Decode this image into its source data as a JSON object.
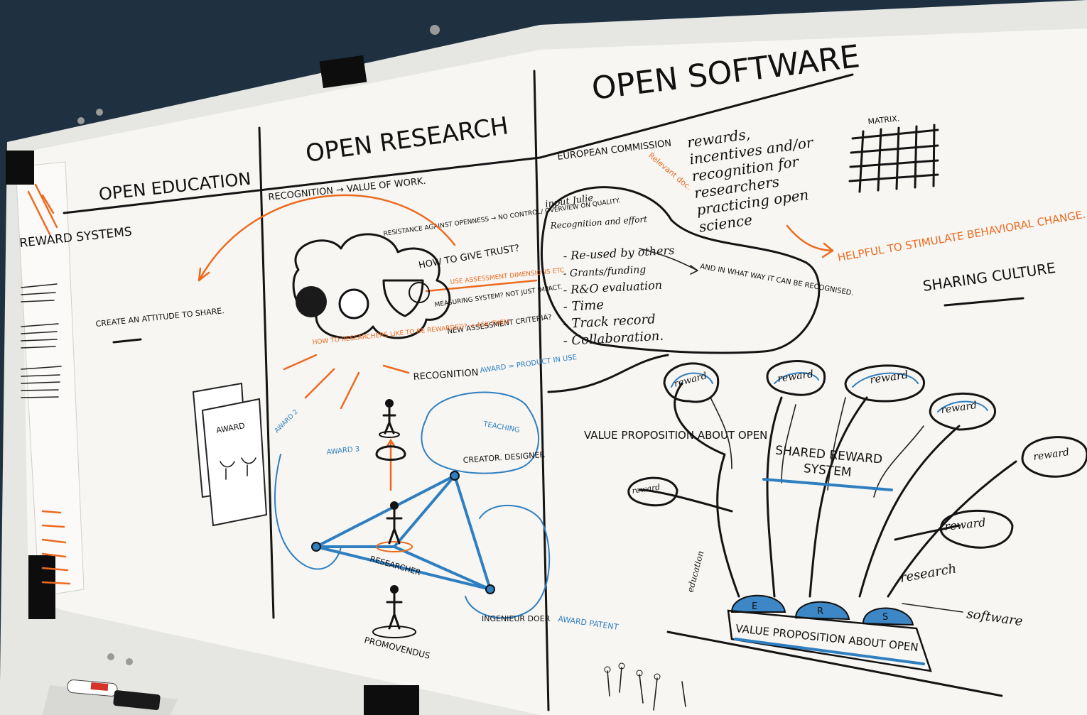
{
  "sections": {
    "open_education": {
      "title": "OPEN EDUCATION",
      "note": "CREATE AN ATTITUDE TO SHARE."
    },
    "open_research": {
      "title": "OPEN RESEARCH",
      "recognition_line": "RECOGNITION → VALUE OF WORK.",
      "resistance": "RESISTANCE AGAINST OPENNESS → NO CONTROL/ OVERVIEW ON QUALITY.",
      "trust": "HOW TO GIVE TRUST?",
      "assessment": "USE ASSESSMENT DIMENSIONS ETC",
      "measuring": "MEASURING SYSTEM? NOT JUST IMPACT.",
      "criteria": "NEW ASSESSMENT CRITERIA?",
      "rewarded": "HOW TO RESEARCHERS LIKE TO BE REWARDED? → ASK THEM",
      "recognition": "RECOGNITION",
      "award_product": "AWARD = PRODUCT IN USE",
      "teaching": "TEACHING",
      "award2": "AWARD 2",
      "award3": "AWARD 3",
      "creator": "CREATOR. DESIGNER",
      "researcher": "RESEARCHER",
      "ingenieur": "INGENIEUR DOER",
      "award_patent": "AWARD PATENT",
      "promovendus": "PROMOVENDUS"
    },
    "open_software": {
      "title": "OPEN SOFTWARE",
      "european_commission": "EUROPEAN COMMISSION",
      "relevant_doc": "Relevant doc.",
      "rewards": "rewards, incentives and/or recognition for researchers practicing open science",
      "matrix": "MATRIX.",
      "helpful": "HELPFUL TO STIMULATE BEHAVIORAL CHANGE.",
      "sharing": "SHARING CULTURE",
      "input_julie": "input Julie",
      "recognition_effort": "Recognition and effort",
      "list": [
        "- Re-used by others",
        "- Grants/funding",
        "- R&O evaluation",
        "- Time",
        "- Track record",
        "- Collaboration."
      ],
      "recognised": "AND IN WHAT WAY IT CAN BE RECOGNISED.",
      "value_prop": "VALUE PROPOSITION ABOUT OPEN",
      "shared_reward": "SHARED REWARD SYSTEM",
      "reward_word": "reward",
      "education": "education",
      "research": "research",
      "software": "software",
      "ers": [
        "E",
        "R",
        "S"
      ],
      "base": "VALUE PROPOSITION ABOUT OPEN"
    },
    "reward_systems": {
      "title": "REWARD SYSTEMS"
    }
  },
  "colors": {
    "wall": "#1f3040",
    "paper": "#f7f6f3",
    "ink": "#141414",
    "blue": "#2f7fc0",
    "orange": "#ec6a1f"
  }
}
